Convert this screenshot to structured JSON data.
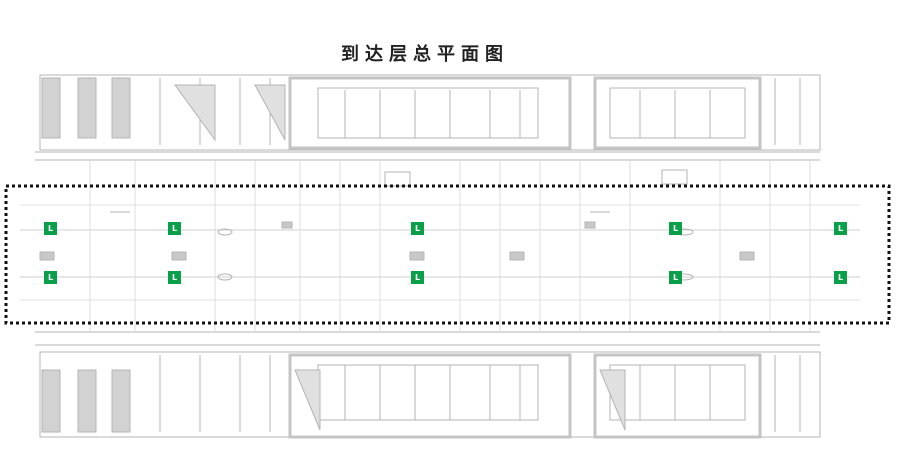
{
  "title": "到达层总平面图",
  "markers": {
    "label": "L",
    "color": "#0aa04a",
    "count": 10
  },
  "highlight_zone": {
    "style": "dotted",
    "color": "#111111"
  },
  "floor_plan": {
    "line_color": "#b4b4b4",
    "fill_color": "#c8c8c8"
  }
}
